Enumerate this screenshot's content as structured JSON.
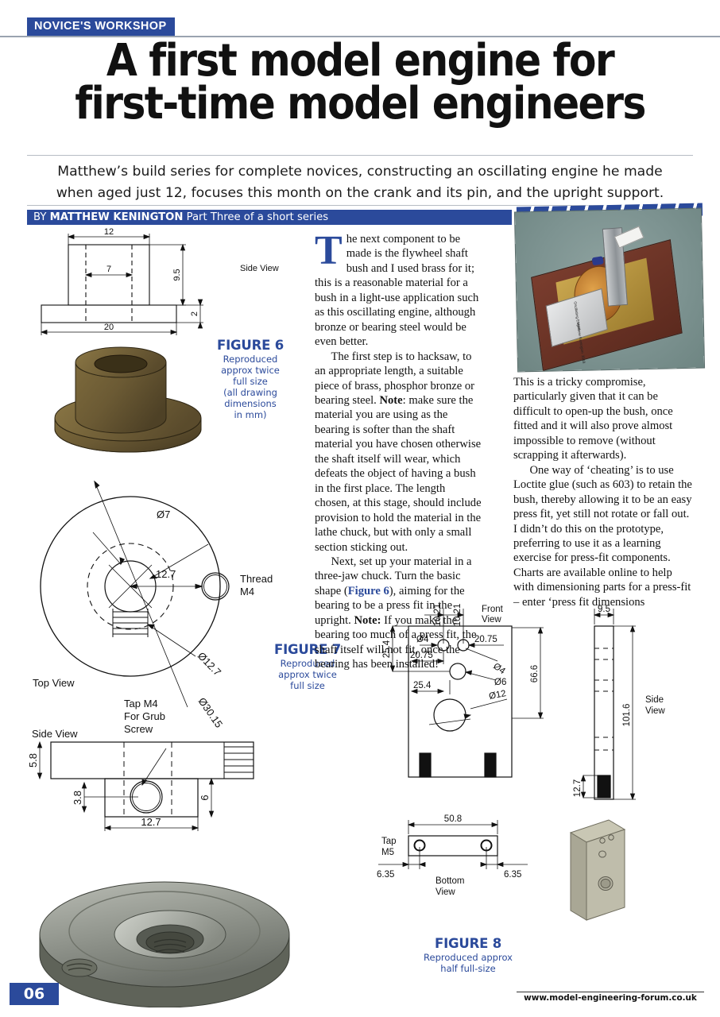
{
  "header": {
    "kicker": "NOVICE'S WORKSHOP",
    "headline_line1": "A first model engine for",
    "headline_line2": "first-time model engineers",
    "deck": "Matthew’s build series for complete novices, constructing an oscillating engine he made when aged just 12, focuses this month on the crank and its pin, and the upright support.",
    "byline_prefix": "BY ",
    "byline_author": "MATTHEW KENINGTON",
    "byline_suffix": " Part Three of a short series"
  },
  "photo": {
    "plaque_line1": "Oscillating Engine",
    "plaque_line2": "Matthew Kenington",
    "plaque_line3": "2018"
  },
  "body": {
    "dropcap": "T",
    "col_mid_p1": "he next component to be made is the flywheel shaft bush and I used brass for it; this is a reasonable material for a bush in a light-use application such as this oscillating engine, although bronze or bearing steel would be even better.",
    "col_mid_p2_a": "The first step is to hacksaw, to an appropriate length, a suitable piece of brass, phosphor bronze or bearing steel. ",
    "col_mid_p2_note": "Note",
    "col_mid_p2_b": ": make sure the material you are using as the bearing is softer than the shaft material you have chosen otherwise the shaft itself will wear, which defeats the object of having a bush in the first place. The length chosen, at this stage, should include provision to hold the material in the lathe chuck, but with only a small section sticking out.",
    "col_mid_p3_a": "Next, set up your material in a three-jaw chuck. Turn the basic shape (",
    "col_mid_p3_figref": "Figure 6",
    "col_mid_p3_b": "), aiming for the bearing to be a press fit in the upright. ",
    "col_mid_p3_note": "Note:",
    "col_mid_p3_c": " If you make the bearing too much of a press fit, the shaft itself will not fit, once the bearing has been installed!",
    "col_right_p1": "This is a tricky compromise, particularly given that it can be difficult to open-up the bush, once fitted and it will also prove almost impossible to remove (without scrapping it afterwards).",
    "col_right_p2": "One way of ‘cheating’ is to use Loctite glue (such as 603) to retain the bush, thereby allowing it to be an easy press fit, yet still not rotate or fall out. I didn’t do this on the prototype, preferring to use it as a learning exercise for press-fit components. Charts are available online to help with dimensioning parts for a press-fit – enter ‘press fit dimensions"
  },
  "figures": {
    "fig6": {
      "title": "FIGURE 6",
      "subtitle": "Reproduced\napprox twice\nfull size\n(all drawing\ndimensions\nin mm)",
      "sub_l1": "Reproduced",
      "sub_l2": "approx twice",
      "sub_l3": "full size",
      "sub_l4": "(all drawing",
      "sub_l5": "dimensions",
      "sub_l6": "in mm)",
      "view_label": "Side View",
      "dims": {
        "top_width": "12",
        "bore": "7",
        "height": "9.5",
        "flange_thickness": "2",
        "flange_width": "20"
      }
    },
    "fig7": {
      "title": "FIGURE 7",
      "sub_l1": "Reproduced",
      "sub_l2": "approx twice",
      "sub_l3": "full size",
      "top_view_label": "Top View",
      "side_view_label": "Side View",
      "dims": {
        "bore": "Ø7",
        "pin_offset": "12.7",
        "pcd": "Ø12.7",
        "outer": "Ø30.15",
        "thread_l1": "Thread",
        "thread_l2": "M4",
        "tap_l1": "Tap M4",
        "tap_l2": "For Grub",
        "tap_l3": "Screw",
        "side_height": "5.8",
        "boss_height": "3.8",
        "boss_depth": "6",
        "boss_width": "12.7"
      }
    },
    "fig8": {
      "title": "FIGURE 8",
      "sub_l1": "Reproduced approx",
      "sub_l2": "half full-size",
      "front_view_l1": "Front",
      "front_view_l2": "View",
      "side_view_l1": "Side",
      "side_view_l2": "View",
      "bottom_view_l1": "Bottom",
      "bottom_view_l2": "View",
      "dims": {
        "top_a": "10.21",
        "top_b": "10.21",
        "left_h": "25.4",
        "hole_d4_a": "Ø4",
        "hole_d4_b": "Ø4",
        "x_2075_a": "20.75",
        "x_2075_b": "20.75",
        "hole_d6": "Ø6",
        "x_254": "25.4",
        "bore_d12": "Ø12",
        "front_height": "66.6",
        "side_width": "9.5",
        "side_height": "101.6",
        "foot_height": "12.7",
        "bottom_width": "50.8",
        "tap_l1": "Tap",
        "tap_l2": "M5",
        "edge_left": "6.35",
        "edge_right": "6.35"
      }
    }
  },
  "footer": {
    "page_number": "06",
    "website": "www.model-engineering-forum.co.uk"
  },
  "colors": {
    "brand_blue": "#2b4a9b",
    "ink": "#111111",
    "brass": "#6b5a34"
  }
}
